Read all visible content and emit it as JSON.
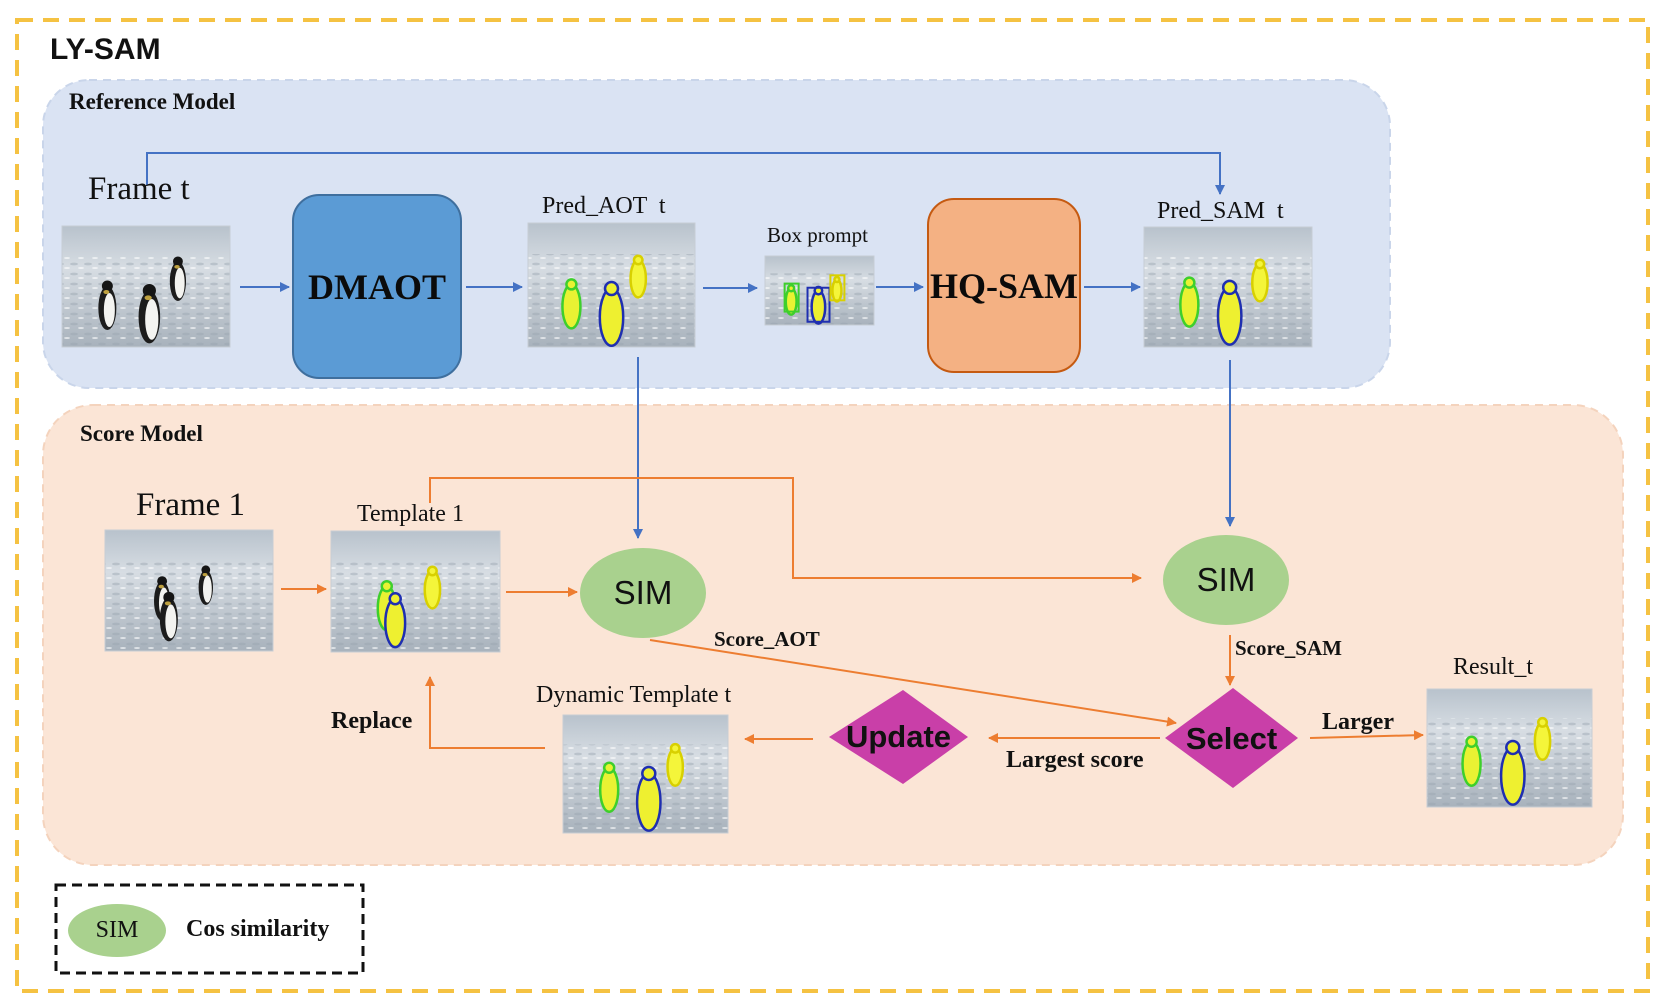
{
  "title": "LY-SAM",
  "reference_model": {
    "label": "Reference Model",
    "frame_label": "Frame t",
    "dmaot_label": "DMAOT",
    "pred_aot_label": "Pred_AOT  t",
    "box_prompt_label": "Box prompt",
    "hqsam_label": "HQ-SAM",
    "pred_sam_label": "Pred_SAM  t"
  },
  "score_model": {
    "label": "Score Model",
    "frame1_label": "Frame 1",
    "template1_label": "Template 1",
    "sim_left_label": "SIM",
    "sim_right_label": "SIM",
    "score_aot_label": "Score_AOT",
    "score_sam_label": "Score_SAM",
    "select_label": "Select",
    "larger_label": "Larger",
    "result_label": "Result_t",
    "update_label": "Update",
    "largest_score_label": "Largest score",
    "dynamic_template_label": "Dynamic Template t",
    "replace_label": "Replace"
  },
  "legend": {
    "sim_label": "SIM",
    "description": "Cos similarity"
  },
  "colors": {
    "outer_border": "#f5c242",
    "reference_bg": "#dae3f3",
    "score_bg": "#fbe5d6",
    "dmaot_fill": "#5b9bd5",
    "hqsam_fill": "#f4b183",
    "sim_fill": "#a9d18e",
    "diamond_fill": "#c93fa8",
    "blue_arrow": "#4472c4",
    "orange_arrow": "#ed7d31"
  }
}
